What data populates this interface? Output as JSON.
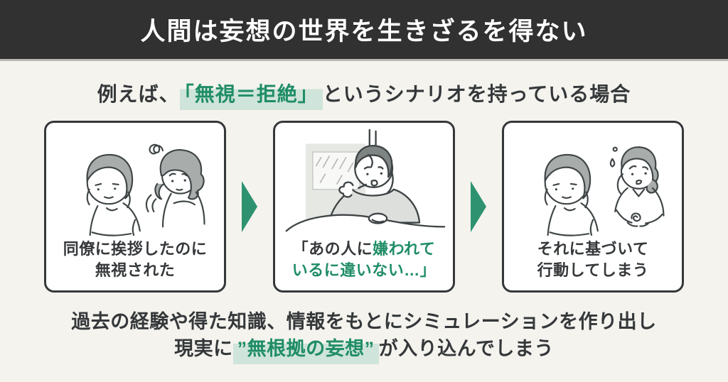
{
  "header": {
    "title": "人間は妄想の世界を生きざるを得ない"
  },
  "subtitle": {
    "prefix": "例えば、",
    "highlight": "「無視＝拒絶」",
    "suffix": "というシナリオを持っている場合"
  },
  "cards": [
    {
      "illustration": "two-colleagues-greeting-ignored",
      "caption_line1": "同僚に挨拶したのに",
      "caption_line2": "無視された"
    },
    {
      "illustration": "person-brooding-by-rainy-window",
      "caption_dark": "「あの人に",
      "caption_green_line1": "嫌われて",
      "caption_green_line2": "いるに違いない…」"
    },
    {
      "illustration": "two-people-acting-awkward",
      "caption_line1": "それに基づいて",
      "caption_line2": "行動してしまう"
    }
  ],
  "arrows": {
    "icon": "arrow-right-triangle",
    "count": 2
  },
  "conclusion": {
    "line1": "過去の経験や得た知識、情報をもとにシミュレーションを作り出し",
    "line2_prefix": "現実に",
    "line2_highlight": "”無根拠の妄想”",
    "line2_suffix": "が入り込んでしまう"
  },
  "colors": {
    "background": "#f4f3ee",
    "header_bg": "#313131",
    "header_text": "#ffffff",
    "text_dark": "#35383a",
    "accent_green": "#1f8d66",
    "arrow_green": "#2e9270",
    "highlight_bg": "#cfe4da",
    "card_border": "#35383a"
  }
}
